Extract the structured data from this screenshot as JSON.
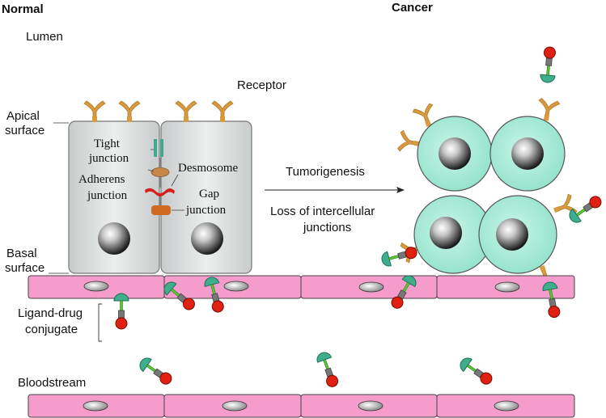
{
  "panels": {
    "normal": "Normal",
    "cancer": "Cancer"
  },
  "labels": {
    "lumen": "Lumen",
    "receptor": "Receptor",
    "apical_line1": "Apical",
    "apical_line2": "surface",
    "basal_line1": "Basal",
    "basal_line2": "surface",
    "tight_line1": "Tight",
    "tight_line2": "junction",
    "adherens_line1": "Adherens",
    "adherens_line2": "junction",
    "desmosome": "Desmosome",
    "gap_line1": "Gap",
    "gap_line2": "junction",
    "ligand_line1": "Ligand-drug",
    "ligand_line2": "conjugate",
    "bloodstream": "Bloodstream"
  },
  "process": {
    "arrow_label": "Tumorigenesis",
    "loss_line1": "Loss of intercellular",
    "loss_line2": "junctions"
  },
  "colors": {
    "epithelial_cell": "#d9dcdc",
    "cancer_cell": "#a5ebd6",
    "endothelial_cell": "#f59ccc",
    "receptor": "#d99a3e",
    "tight_junction": "#3fa88f",
    "adherens_junction": "#c7864a",
    "desmosome": "#d62020",
    "gap_junction": "#d06a22",
    "drug": "#e02010",
    "ligand": "#3fae8c",
    "linker": "#777777"
  }
}
